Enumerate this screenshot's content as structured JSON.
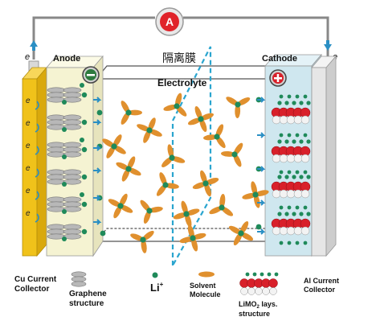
{
  "meter": {
    "symbol": "A"
  },
  "electrodes": {
    "anode": {
      "label": "Anode",
      "sign": "−"
    },
    "cathode": {
      "label": "Cathode",
      "sign": "+"
    },
    "electron_symbol": "e"
  },
  "electrolyte": {
    "label": "Electrolyte"
  },
  "separator": {
    "label": "隔离膜"
  },
  "legend": {
    "cu_collector": [
      "Cu Current",
      "Collector"
    ],
    "graphene": [
      "Graphene",
      "structure"
    ],
    "li_ion": {
      "main": "Li",
      "sup": "+"
    },
    "solvent": [
      "Solvent",
      "Molecule"
    ],
    "limo2": [
      "LiMO",
      "2",
      " lays.",
      "structure"
    ],
    "al_collector": [
      "Al Current",
      "Collector"
    ]
  },
  "colors": {
    "cu_collector": "#f0c21a",
    "anode_bg": "#f5f3d2",
    "graphene": "#b8b8b8",
    "li_ion": "#1f8a5a",
    "solvent": "#e0902e",
    "separator": "#2aa5cf",
    "cathode_bg": "#cfe7ef",
    "limo2_red": "#d8202a",
    "arrow": "#2a8fc4",
    "meter": "#e0232a"
  }
}
